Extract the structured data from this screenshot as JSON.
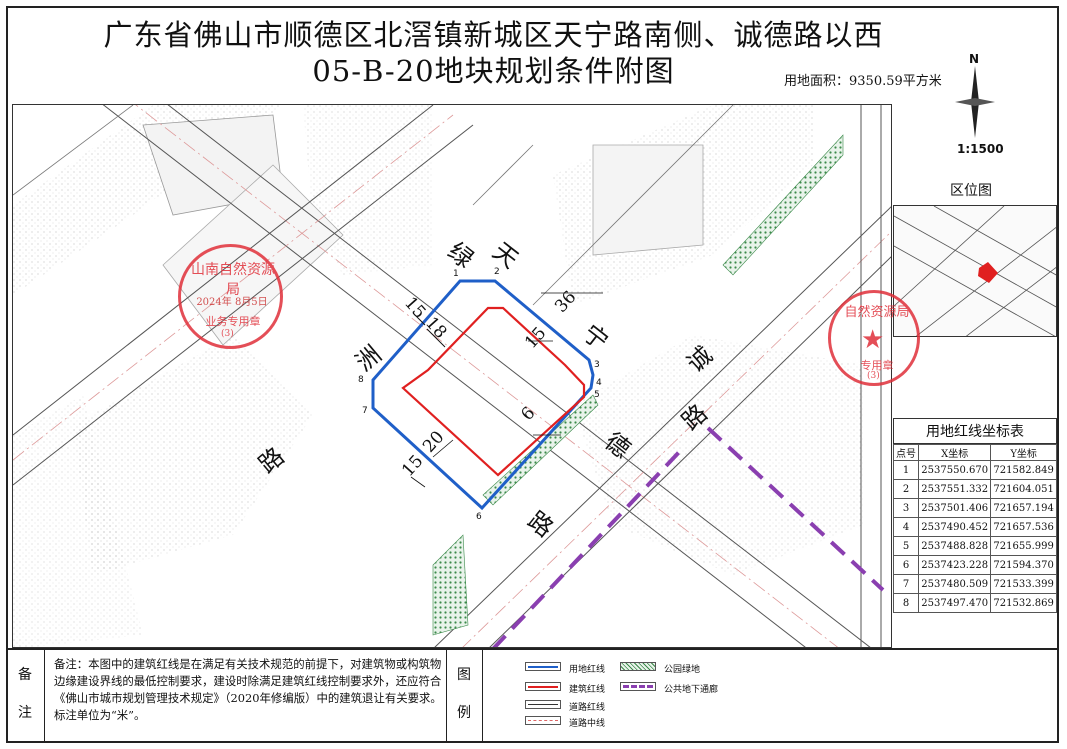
{
  "header": {
    "title_line1": "广东省佛山市顺德区北滘镇新城区天宁路南侧、诚德路以西",
    "title_line2": "05-B-20地块规划条件附图",
    "area": "用地面积：9350.59平方米"
  },
  "compass": {
    "north": "N",
    "scale": "1:1500"
  },
  "location_map": {
    "title": "区位图"
  },
  "map": {
    "roads": {
      "tianning_1": "绿",
      "tianning_2": "天",
      "tianning_3": "宁",
      "chengde_1": "诚",
      "chengde_2": "路",
      "chengde_3": "德",
      "chengde_4": "路",
      "west_1": "洲",
      "west_2": "路"
    },
    "dims": {
      "d15a": "15",
      "d18": "18",
      "d36": "36",
      "d15b": "15",
      "d6": "6",
      "d20": "20",
      "d15c": "15"
    },
    "points": [
      "1",
      "2",
      "3",
      "4",
      "5",
      "6",
      "7",
      "8"
    ]
  },
  "seal_left": {
    "arc": "山南自然资源局",
    "date": "2024年 8月5日",
    "label": "业务专用章",
    "num": "(3)"
  },
  "seal_right": {
    "arc": "自然资源局",
    "label": "专用章",
    "num": "(3)"
  },
  "coord_table": {
    "title": "用地红线坐标表",
    "headers": [
      "点号",
      "X坐标",
      "Y坐标"
    ],
    "rows": [
      [
        "1",
        "2537550.670",
        "721582.849"
      ],
      [
        "2",
        "2537551.332",
        "721604.051"
      ],
      [
        "3",
        "2537501.406",
        "721657.194"
      ],
      [
        "4",
        "2537490.452",
        "721657.536"
      ],
      [
        "5",
        "2537488.828",
        "721655.999"
      ],
      [
        "6",
        "2537423.228",
        "721594.370"
      ],
      [
        "7",
        "2537480.509",
        "721533.399"
      ],
      [
        "8",
        "2537497.470",
        "721532.869"
      ]
    ]
  },
  "notes": {
    "label_1": "备",
    "label_2": "注",
    "text": "备注：本图中的建筑红线是在满足有关技术规范的前提下，对建筑物或构筑物边缘建设界线的最低控制要求，建设时除满足建筑红线控制要求外，还应符合《佛山市城市规划管理技术规定》（2020年修编版）中的建筑退让有关要求。标注单位为“米”。"
  },
  "legend": {
    "label_1": "图",
    "label_2": "例",
    "items": [
      "用地红线",
      "建筑红线",
      "道路红线",
      "道路中线",
      "公园绿地",
      "公共地下通廊"
    ]
  },
  "colors": {
    "site": "#1f5fc8",
    "building": "#e02020",
    "seal": "#e0303a",
    "tunnel": "#8a3fb0",
    "green": "#3b8a4a"
  }
}
